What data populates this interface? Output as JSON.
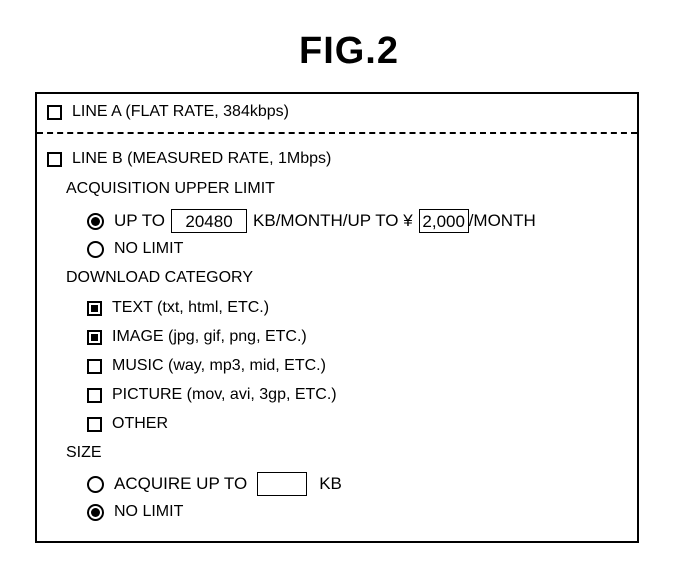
{
  "figure_title": "FIG.2",
  "line_a": {
    "label": "LINE A (FLAT RATE, 384kbps)",
    "checked": false
  },
  "line_b": {
    "label": "LINE B (MEASURED RATE, 1Mbps)",
    "checked": false,
    "acquisition": {
      "heading": "ACQUISITION UPPER LIMIT",
      "up_to_label": "UP TO",
      "kb_value": "20480",
      "kb_unit": "KB/MONTH/UP TO ¥",
      "yen_value": "2,000",
      "yen_unit": "/MONTH",
      "up_to_selected": true,
      "no_limit_label": "NO LIMIT",
      "no_limit_selected": false
    },
    "download": {
      "heading": "DOWNLOAD CATEGORY",
      "items": [
        {
          "label": "TEXT (txt, html, ETC.)",
          "checked": true
        },
        {
          "label": "IMAGE (jpg, gif, png, ETC.)",
          "checked": true
        },
        {
          "label": "MUSIC (way, mp3, mid, ETC.)",
          "checked": false
        },
        {
          "label": "PICTURE (mov, avi, 3gp, ETC.)",
          "checked": false
        },
        {
          "label": "OTHER",
          "checked": false
        }
      ]
    },
    "size": {
      "heading": "SIZE",
      "acquire_label": "ACQUIRE UP TO",
      "acquire_value": "",
      "acquire_unit": "KB",
      "acquire_selected": false,
      "no_limit_label": "NO LIMIT",
      "no_limit_selected": true
    }
  }
}
